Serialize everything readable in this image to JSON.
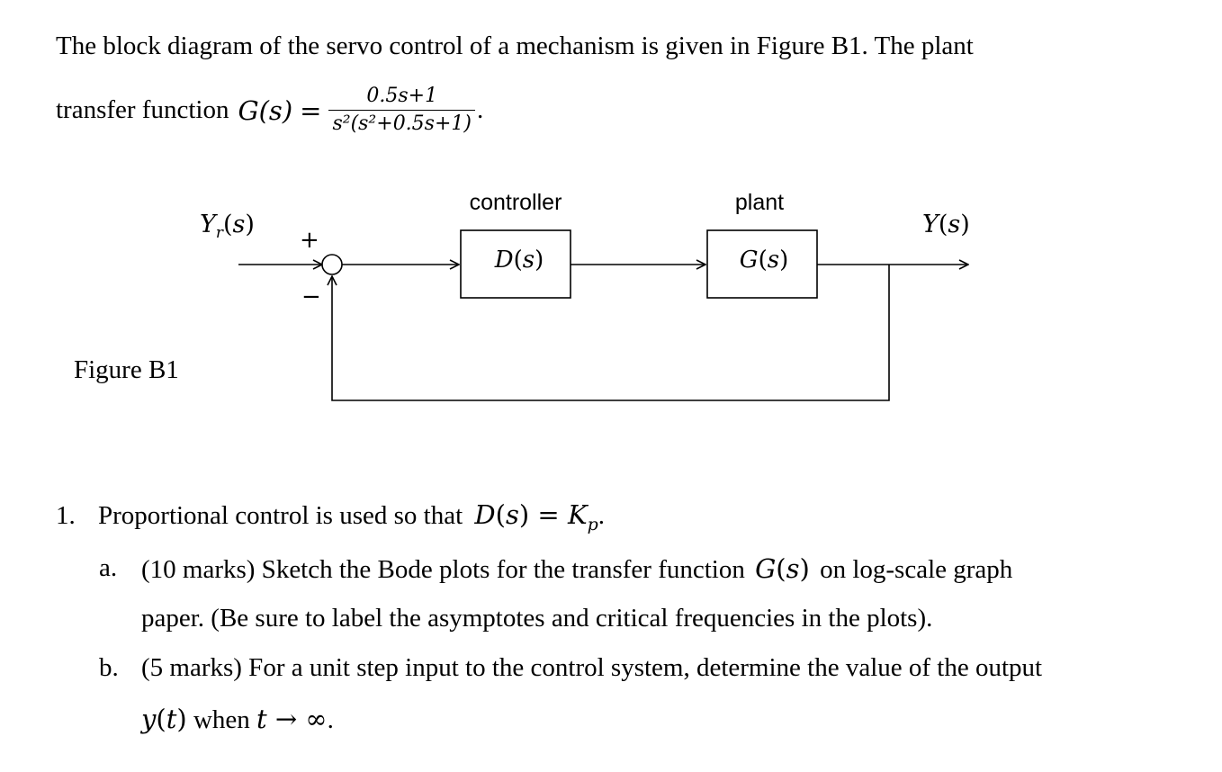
{
  "intro": {
    "line1": "The block diagram of the servo control of a mechanism is given in Figure B1. The plant",
    "line2_prefix": "transfer function",
    "gs": "G(s)",
    "equals": "=",
    "numerator": "0.5s+1",
    "denominator": "s²(s²+0.5s+1)",
    "period": "."
  },
  "diagram": {
    "input_label": "Yr(s)",
    "plus_sign": "+",
    "minus_sign": "−",
    "controller_title": "controller",
    "controller_block": "D(s)",
    "plant_title": "plant",
    "plant_block": "G(s)",
    "output_label": "Y(s)"
  },
  "figure_caption": "Figure B1",
  "questions": {
    "q1_number": "1.",
    "q1_text": "Proportional control is used so that",
    "q1_math": "D(s) = Kp",
    "q1_end": ".",
    "a_label": "a.",
    "a_line1_text": "(10 marks) Sketch the Bode plots for the transfer function",
    "a_line1_math": "G(s)",
    "a_line1_end": "on log-scale graph",
    "a_line2": "paper. (Be sure to label the asymptotes and critical frequencies in the plots).",
    "b_label": "b.",
    "b_line1": "(5 marks) For a unit step input to the control system, determine the value of the output",
    "b_line2_math": "y(t)",
    "b_line2_text": "when",
    "b_line2_math2": "t → ∞",
    "b_line2_end": "."
  }
}
